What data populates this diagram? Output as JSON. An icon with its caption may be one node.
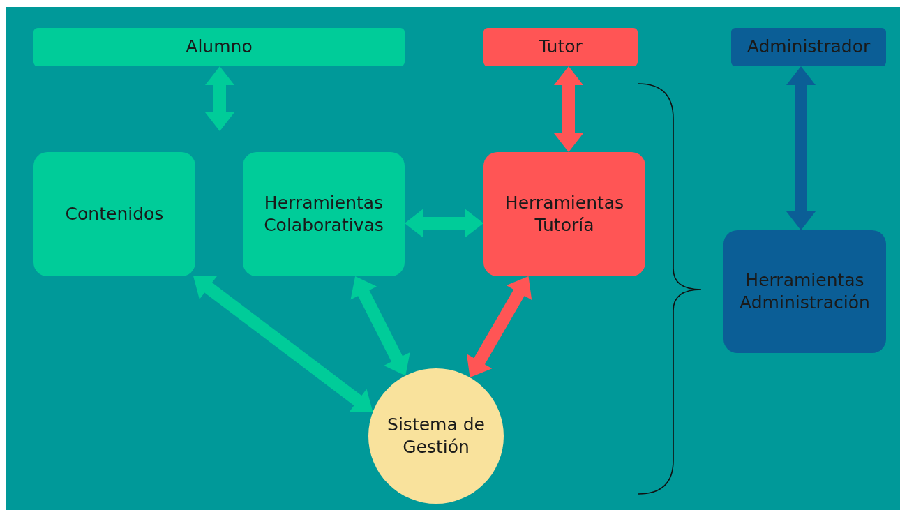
{
  "diagram": {
    "nodes": [
      {
        "text": [
          "Alumno"
        ]
      },
      {
        "text": [
          "Tutor"
        ]
      },
      {
        "text": [
          "Administrador"
        ]
      },
      {
        "text": [
          "Contenidos"
        ]
      },
      {
        "text": [
          "Herramientas Colaborativas"
        ]
      },
      {
        "text": [
          "Herramientas Tutoría"
        ]
      },
      {
        "text": [
          "Herramientas Administración"
        ]
      },
      {
        "text": [
          "Sistema de Gestión"
        ]
      }
    ],
    "edges": [
      {
        "from": 0,
        "to": null,
        "arrow": "both"
      },
      {
        "from": 1,
        "to": 5,
        "arrow": "both",
        "color": "#ff5555"
      },
      {
        "from": 2,
        "to": 6,
        "arrow": "both",
        "color": "#0b5e96"
      },
      {
        "from": 4,
        "to": 5,
        "arrow": "both"
      },
      {
        "from": 3,
        "to": 7,
        "arrow": "both"
      },
      {
        "from": 4,
        "to": 7,
        "arrow": "both"
      },
      {
        "from": 5,
        "to": 7,
        "arrow": "both",
        "color": "#ff5555"
      }
    ]
  }
}
